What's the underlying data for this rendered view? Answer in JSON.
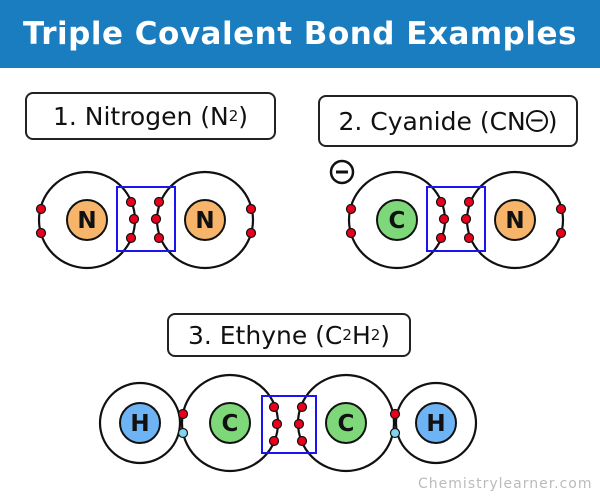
{
  "header": {
    "title": "Triple Covalent Bond Examples"
  },
  "examples": [
    {
      "number": "1.",
      "name": "Nitrogen",
      "formula_parts": [
        "N",
        "2"
      ],
      "atoms": [
        "N",
        "N"
      ]
    },
    {
      "number": "2.",
      "name": "Cyanide",
      "formula_parts": [
        "CN"
      ],
      "charge": "−",
      "ion_charge_symbol": "−",
      "atoms": [
        "C",
        "N"
      ]
    },
    {
      "number": "3.",
      "name": "Ethyne",
      "formula_parts": [
        "C",
        "2",
        "H",
        "2"
      ],
      "atoms": [
        "H",
        "C",
        "C",
        "H"
      ]
    }
  ],
  "colors": {
    "header_bg": "#1a7dc0",
    "nitrogen": "#f7b56c",
    "carbon": "#7ed87a",
    "hydrogen": "#6eb4f4",
    "electron": "#e8001c",
    "hydrogen_electron": "#7fd4f0",
    "bond_box": "#1a14f0"
  },
  "watermark": "Chemistrylearner.com"
}
